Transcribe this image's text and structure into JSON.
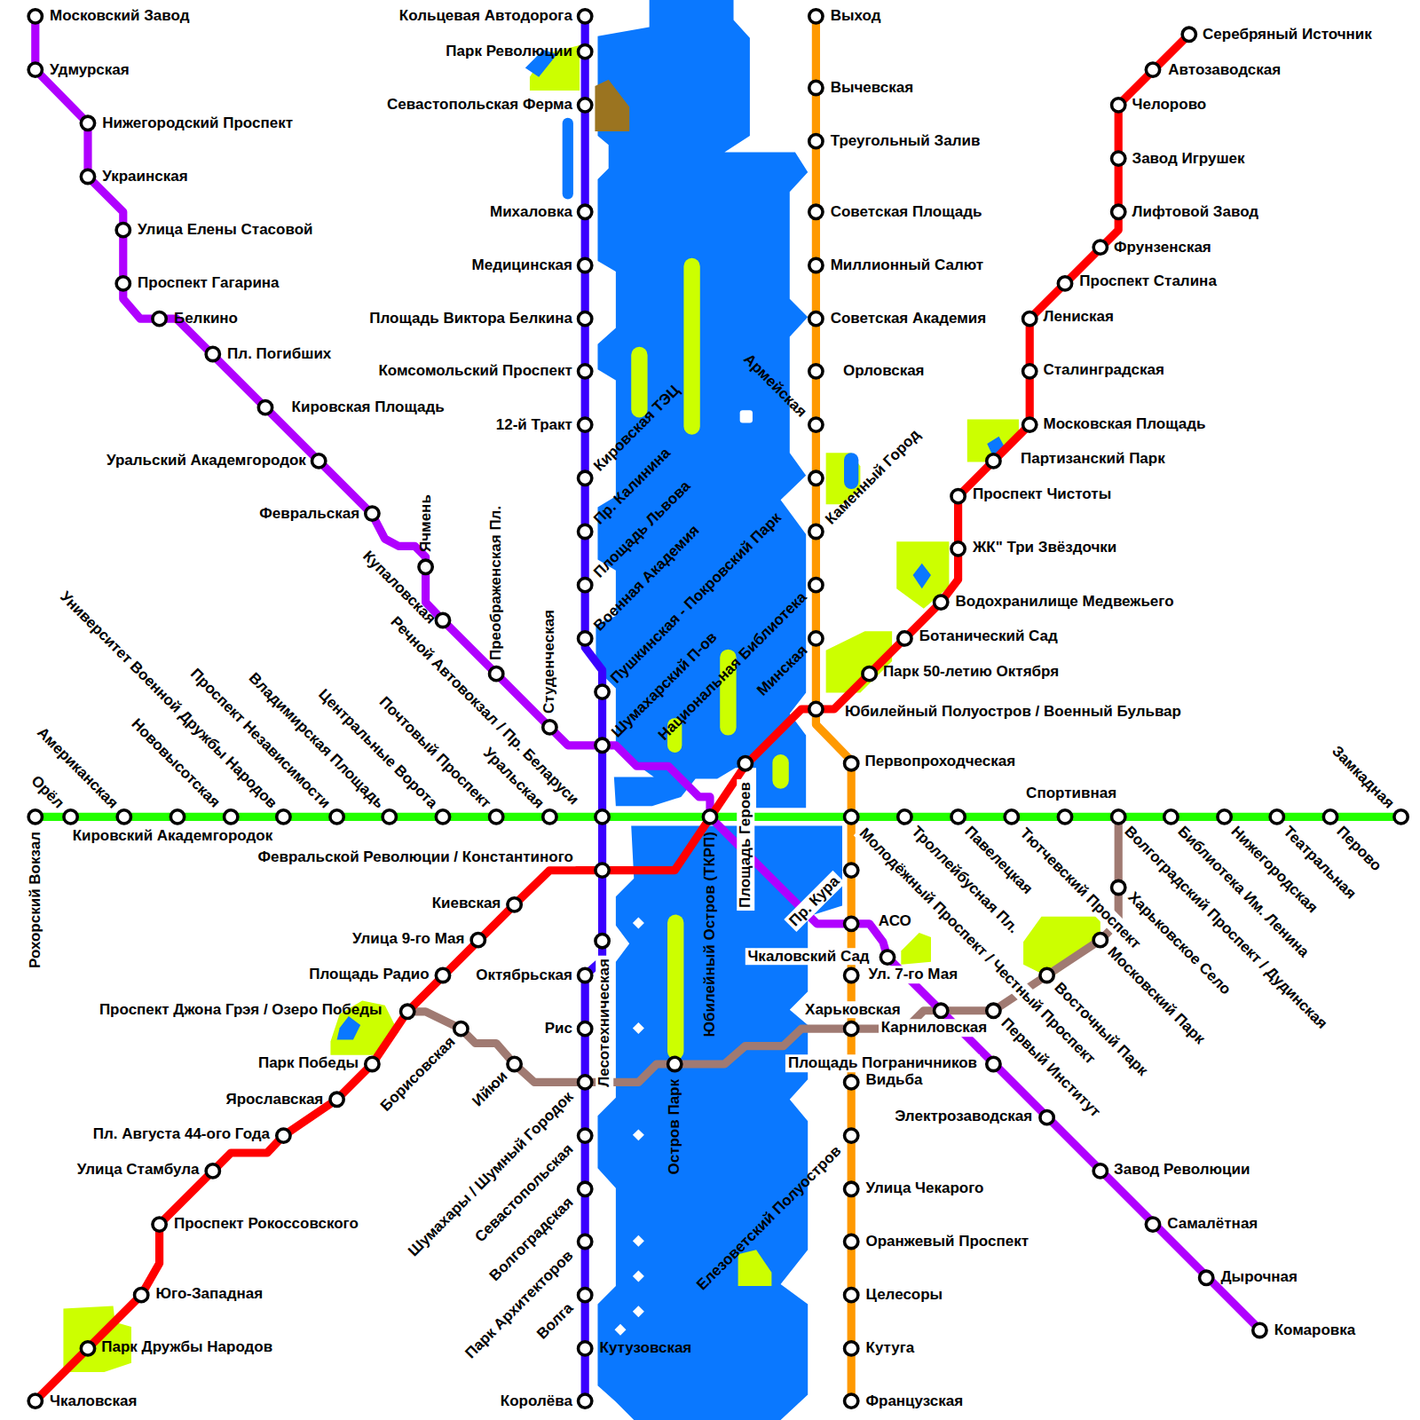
{
  "diagram": {
    "labels": [
      "Московский Завод",
      "Удмурская",
      "Нижегородский Проспект",
      "Украинская",
      "Улица Елены Стасовой",
      "Проспект Гагарина",
      "Белкино",
      "Пл. Погибших",
      "Кировская Площадь",
      "Уральский Академгородок",
      "Февральская",
      "Ячмень",
      "Купаловская",
      "Преображенская Пл.",
      "Студенческая",
      "Речной Автовокзал / Пр. Беларуси",
      "Кольцевая Автодорога",
      "Парк Революции",
      "Севастопольская Ферма",
      "Михаловка",
      "Медицинская",
      "Площадь Виктора Белкина",
      "Комсомольский Проспект",
      "12-й Тракт",
      "Кировская ТЭЦ",
      "Пр. Калинина",
      "Площадь Львова",
      "Военная Академия",
      "Пушкинская - Покровский Парк",
      "Шумахарский П-ов",
      "Национальная Библиотека",
      "Минская",
      "Армейская",
      "Каменный Город",
      "Выход",
      "Вычевская",
      "Треугольный Залив",
      "Советская Площадь",
      "Миллионный Салют",
      "Советская Академия",
      "Орловская",
      "Юбилейный Полуостров / Военный Бульвар",
      "Серебряный Источник",
      "Автозаводская",
      "Челорово",
      "Завод Игрушек",
      "Лифтовой Завод",
      "Фрунзенская",
      "Проспект Сталина",
      "Лениская",
      "Сталинградская",
      "Московская Площадь",
      "Партизанский Парк",
      "Проспект Чистоты",
      "ЖК\" Три Звёздочки",
      "Водохранилище Медвежьего",
      "Ботанический Сад",
      "Парк 50-летию Октября",
      "Первопроходческая",
      "Площадь Героев",
      "Юбилейный Остров (ТКРП)",
      "Пр. Кура",
      "АСО",
      "Чкаловский Сад",
      "Ул. 7-го Мая",
      "Харьковская",
      "Карниловская",
      "Площадь Пограничников",
      "Видьба",
      "Электрозаводская",
      "Завод Революции",
      "Самалётная",
      "Дырочная",
      "Комаровка",
      "Улица Чекарого",
      "Оранжевый Проспект",
      "Целесоры",
      "Кутуга",
      "Французская",
      "Елезоветский Полуостров",
      "Остров Парк",
      "Лесотехническая",
      "Октябрьская",
      "Рис",
      "Шумахары / Шумный Городок",
      "Севастопольская",
      "Волгоградская",
      "Парк Архитекторов",
      "Волга",
      "Кутузовская",
      "Королёва",
      "Борисовская",
      "Ийюи",
      "Февральской Революции / Константиного",
      "Киевская",
      "Улица 9-го Мая",
      "Площадь Радио",
      "Проспект Джона Грэя / Озеро Победы",
      "Парк Победы",
      "Ярославская",
      "Пл. Августа 44-ого Года",
      "Улица Стамбула",
      "Проспект Рокоссовского",
      "Юго-Западная",
      "Парк Дружбы Народов",
      "Чкаловская",
      "Рохорский Вокзал",
      "Орёл",
      "Американская",
      "Кировский Академгородок",
      "Нововысотская",
      "Университет Военной Дружбы Народов",
      "Проспект Независимости",
      "Владимирская Площадь",
      "Центральные Ворота",
      "Почтовый Проспект",
      "Уральская",
      "Спортивная",
      "Замкадная",
      "Молодёжный Проспект / Честный Проспект",
      "Троллейбусная Пл.",
      "Павелецкая",
      "Тютчевский Проспект",
      "Волгоградский Проспект / Дудинская",
      "Библиотека Им. Ленина",
      "Нижегородская",
      "Театральная",
      "Перово",
      "Харьковское Село",
      "Московский Парк",
      "Восточный Парк",
      "Первый Институт"
    ]
  }
}
